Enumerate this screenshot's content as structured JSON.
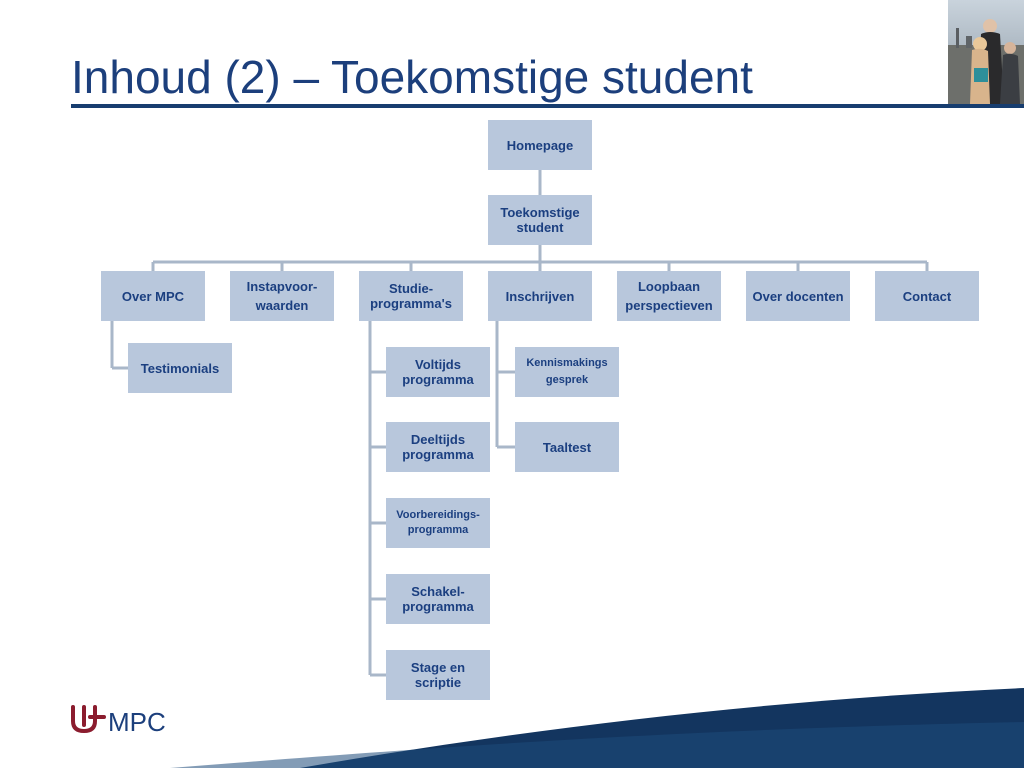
{
  "slide": {
    "title": "Inhoud (2) – Toekomstige student"
  },
  "brand": {
    "logo_text": "MPC",
    "primary_color": "#1c3f7c",
    "accent_color": "#8b1c2e",
    "node_fill": "#b8c7dc",
    "connector_color": "#a9b7c9"
  },
  "tree": {
    "root": "Homepage",
    "level1": "Toekomstige student",
    "sections": {
      "over_mpc": "Over MPC",
      "instapvoorwaarden": "Instapvoor- waarden",
      "studieprogrammas": "Studie- programma's",
      "inschrijven": "Inschrijven",
      "loopbaan": "Loopbaan perspectieven",
      "over_docenten": "Over docenten",
      "contact": "Contact"
    },
    "over_mpc_children": {
      "testimonials": "Testimonials"
    },
    "studie_children": {
      "voltijds": "Voltijds programma",
      "deeltijds": "Deeltijds programma",
      "voorbereidings": "Voorbereidings- programma",
      "schakel": "Schakel- programma",
      "stage": "Stage en scriptie"
    },
    "inschrijven_children": {
      "kennismakings": "Kennismakings gesprek",
      "taaltest": "Taaltest"
    }
  }
}
